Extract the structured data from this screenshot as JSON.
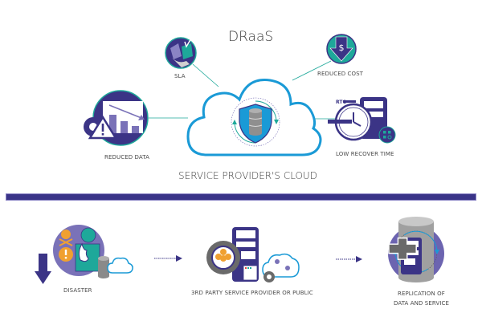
{
  "title": "DRaaS",
  "cloud_label": "SERVICE PROVIDER'S CLOUD",
  "top_features": [
    {
      "id": "sla",
      "label": "SLA",
      "icon": "handshake-icon"
    },
    {
      "id": "reduced-cost",
      "label": "REDUCED COST",
      "icon": "dollar-down-arrow-icon"
    },
    {
      "id": "reduced-data",
      "label": "REDUCED DATA",
      "icon": "declining-chart-icon"
    },
    {
      "id": "low-recover-time",
      "label": "LOW RECOVER TIME",
      "icon": "stopwatch-server-icon",
      "badge": "RTO"
    }
  ],
  "flow": [
    {
      "id": "disaster",
      "label": "DISASTER",
      "icon": "disaster-icon"
    },
    {
      "id": "third-party",
      "label": "3RD PARTY SERVICE PROVIDER OR PUBLIC",
      "icon": "gear-server-cloud-icon"
    },
    {
      "id": "replication",
      "label_line1": "REPLICATION OF",
      "label_line2": "DATA AND SERVICE",
      "icon": "database-replication-icon"
    }
  ],
  "colors": {
    "navy": "#3b3486",
    "teal": "#1ea89a",
    "sky": "#1a9ad6",
    "purple": "#6c64b0",
    "orange": "#f0a030",
    "gray": "#8a8a8a",
    "divider": "#3a3488"
  }
}
